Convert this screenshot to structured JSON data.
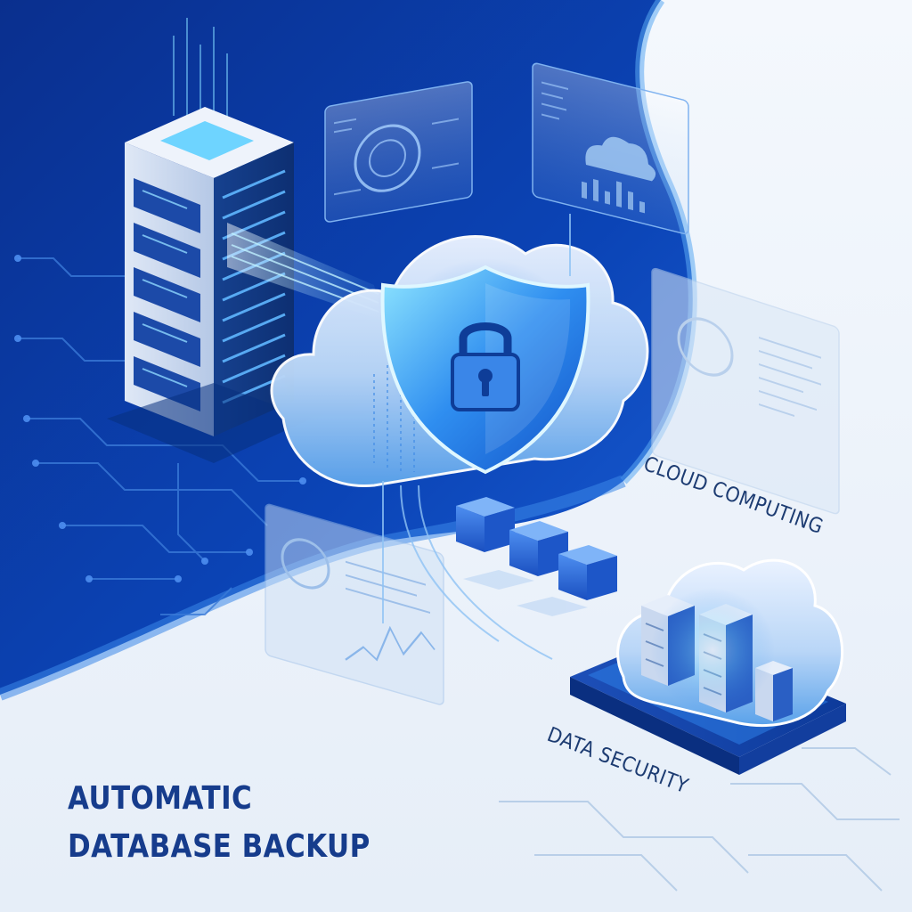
{
  "headline": {
    "line1": "AUTOMATIC",
    "line2": "DATABASE BACKUP"
  },
  "labels": {
    "cloud_computing": "CLOUD COMPUTING",
    "data_security": "DATA SECURITY"
  },
  "colors": {
    "navy": "#0b3a9e",
    "deep_blue": "#083aa8",
    "accent": "#1e6be6",
    "glow": "#6ee0ff",
    "light_bg": "#eef4fb",
    "headline_text": "#163c8c",
    "label_text": "#1d3c72"
  },
  "icons": [
    "server-rack-icon",
    "cloud-icon",
    "shield-lock-icon",
    "data-cube-icon",
    "cloud-server-icon",
    "circuit-trace-icon"
  ]
}
